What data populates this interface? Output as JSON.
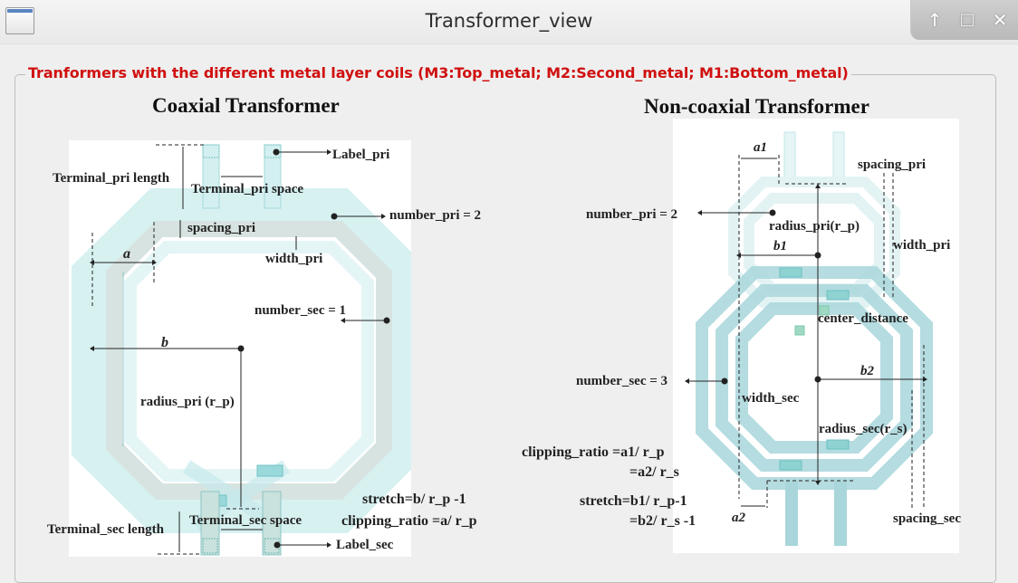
{
  "window": {
    "title": "Transformer_view",
    "controls": {
      "shade": "↑",
      "maximize": "□",
      "close": "✕"
    }
  },
  "group": {
    "title": "Tranformers with the different metal layer coils (M3:Top_metal; M2:Second_metal; M1:Bottom_metal)",
    "title_color": "#d01010"
  },
  "coaxial": {
    "title": "Coaxial Transformer",
    "labels": {
      "terminal_pri_length": "Terminal_pri length",
      "terminal_pri_space": "Terminal_pri space",
      "label_pri": "Label_pri",
      "number_pri": "number_pri = 2",
      "spacing_pri": "spacing_pri",
      "width_pri": "width_pri",
      "a": "a",
      "number_sec": "number_sec = 1",
      "b": "b",
      "radius_pri": "radius_pri (r_p)",
      "stretch": "stretch=b/ r_p -1",
      "clipping_ratio": "clipping_ratio =a/ r_p",
      "terminal_sec_length": "Terminal_sec length",
      "terminal_sec_space": "Terminal_sec space",
      "label_sec": "Label_sec"
    }
  },
  "noncoaxial": {
    "title": "Non-coaxial Transformer",
    "labels": {
      "a1": "a1",
      "spacing_pri": "spacing_pri",
      "number_pri": "number_pri = 2",
      "radius_pri": "radius_pri(r_p)",
      "width_pri": "width_pri",
      "b1": "b1",
      "center_distance": "center_distance",
      "number_sec": "number_sec = 3",
      "width_sec": "width_sec",
      "b2": "b2",
      "radius_sec": "radius_sec(r_s)",
      "clipping_ratio_1": "clipping_ratio =a1/ r_p",
      "clipping_ratio_2": "=a2/ r_s",
      "stretch_1": "stretch=b1/ r_p-1",
      "stretch_2": "=b2/ r_s -1",
      "a2": "a2",
      "spacing_sec": "spacing_sec"
    }
  },
  "colors": {
    "coil_light": "#d9f0f1",
    "coil_mid": "#a9d7da",
    "coil_gray": "#d8e4e1",
    "coil_sec": "#9fd1d6"
  }
}
